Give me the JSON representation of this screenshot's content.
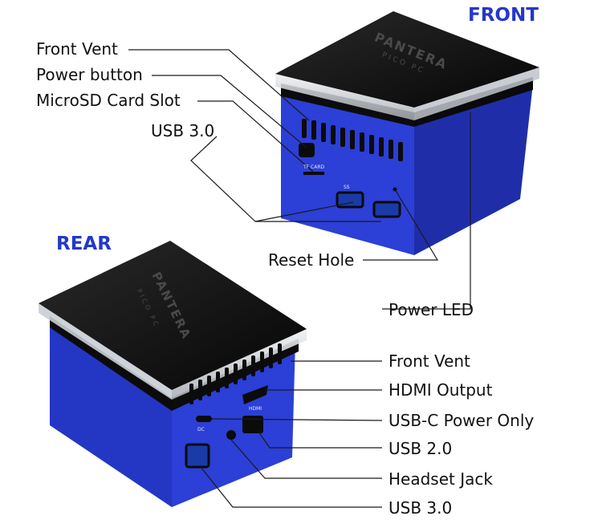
{
  "headings": {
    "front": "FRONT",
    "rear": "REAR"
  },
  "device": {
    "brand": "PANTERA",
    "model": "PICO PC",
    "port_labels": {
      "tf_card": "TF CARD",
      "ss": "SS",
      "dc": "DC",
      "hdmi": "HDMI"
    },
    "colors": {
      "body": "#2c3fd6",
      "body_dark": "#1a2690",
      "top": "#111111",
      "rim": "#cfd3d8"
    }
  },
  "callouts_front": {
    "front_vent": "Front Vent",
    "power_button": "Power button",
    "microsd": "MicroSD Card Slot",
    "usb30": "USB 3.0",
    "reset_hole": "Reset Hole",
    "power_led": "Power LED"
  },
  "callouts_rear": {
    "front_vent": "Front Vent",
    "hdmi": "HDMI Output",
    "usbc": "USB-C Power Only",
    "usb20": "USB 2.0",
    "headset": "Headset Jack",
    "usb30": "USB 3.0"
  }
}
